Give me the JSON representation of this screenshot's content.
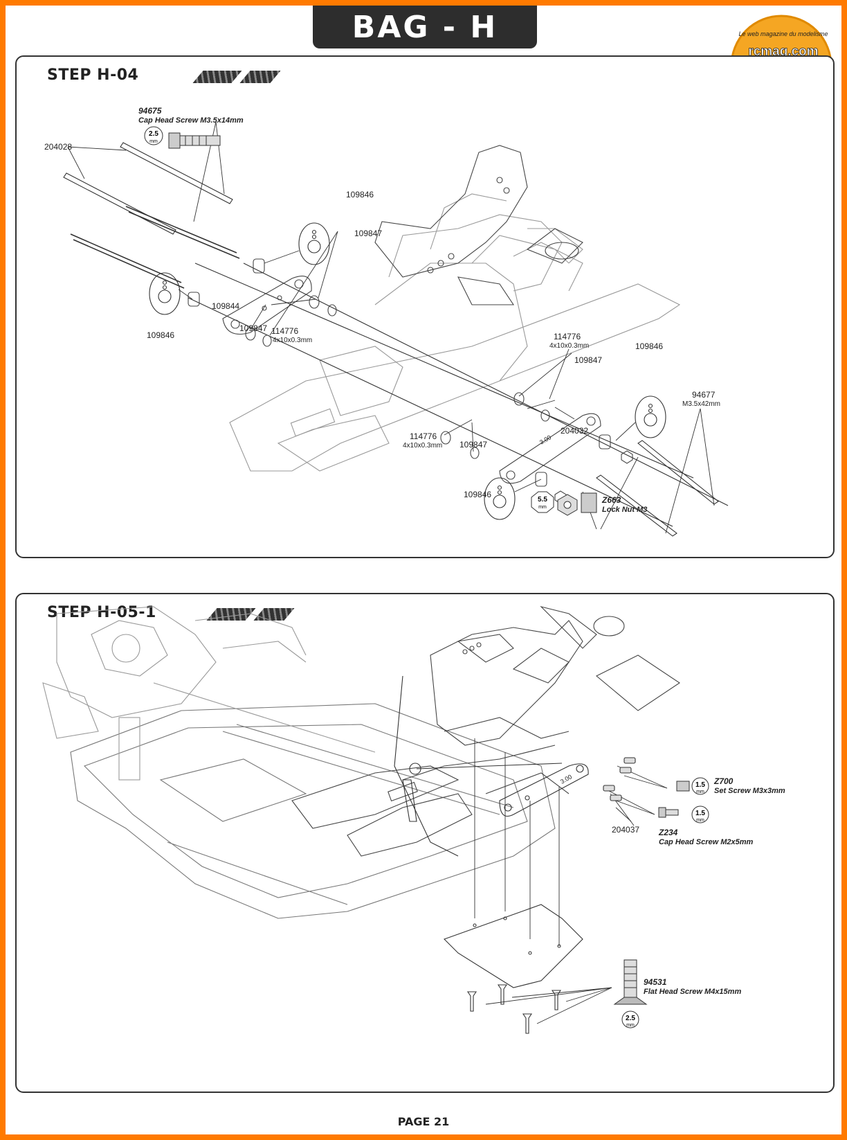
{
  "header": {
    "bag_title": "BAG - H"
  },
  "logo": {
    "site": "rcmag.com",
    "tagline": "Le web magazine du modelisme"
  },
  "step1": {
    "title": "STEP H-04",
    "labels": {
      "screw_cap_num": "94675",
      "screw_cap_desc": "Cap Head Screw M3.5x14mm",
      "tool_cap": "2.5",
      "tool_unit": "mm",
      "rod": "204028",
      "insert_a": "109846",
      "insert_b": "109846",
      "insert_c": "109846",
      "insert_d": "109846",
      "shim_a": "109847",
      "shim_b": "109847",
      "shim_c": "109847",
      "shim_d": "109847",
      "holder_front": "109844",
      "washer_a": "114776",
      "washer_a_size": "4x10x0.3mm",
      "washer_b": "114776",
      "washer_b_size": "4x10x0.3mm",
      "washer_c": "114776",
      "washer_c_size": "4x10x0.3mm",
      "holder_rear": "204032",
      "screw_long_num": "94677",
      "screw_long_size": "M3.5x42mm",
      "nut_num": "Z663",
      "nut_desc": "Lock Nut M3",
      "tool_nut": "5.5",
      "holder_mark": "3.00"
    }
  },
  "step2": {
    "title": "STEP H-05-1",
    "labels": {
      "setscrew_num": "Z700",
      "setscrew_desc": "Set Screw M3x3mm",
      "tool_set": "1.5",
      "tool_cap2": "1.5",
      "mount": "204037",
      "capscrew_num": "Z234",
      "capscrew_desc": "Cap Head Screw M2x5mm",
      "flat_num": "94531",
      "flat_desc": "Flat Head Screw M4x15mm",
      "tool_flat": "2.5",
      "tool_unit": "mm",
      "mark": "3.00"
    }
  },
  "footer": {
    "page": "PAGE 21"
  },
  "colors": {
    "border": "#ff7a00",
    "tab": "#2d2d2d",
    "line": "#333333"
  }
}
